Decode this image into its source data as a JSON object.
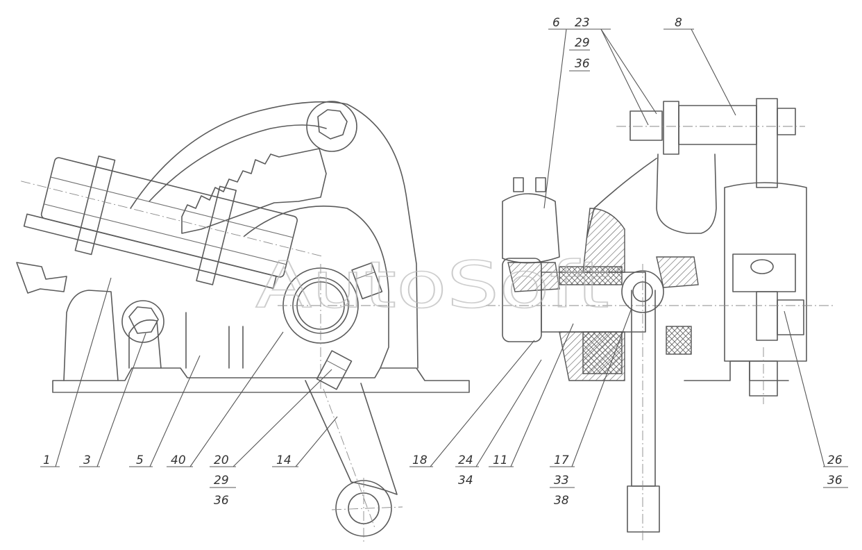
{
  "watermark": "AutoSoft",
  "labels": {
    "l1": "1",
    "l3": "3",
    "l5": "5",
    "l40": "40",
    "l20": "20",
    "l29a": "29",
    "l36a": "36",
    "l14": "14",
    "l18": "18",
    "l24": "24",
    "l34": "34",
    "l11": "11",
    "l17": "17",
    "l33": "33",
    "l38": "38",
    "l6": "6",
    "l23": "23",
    "l29b": "29",
    "l36b": "36",
    "l8": "8",
    "l26": "26",
    "l36c": "36"
  }
}
